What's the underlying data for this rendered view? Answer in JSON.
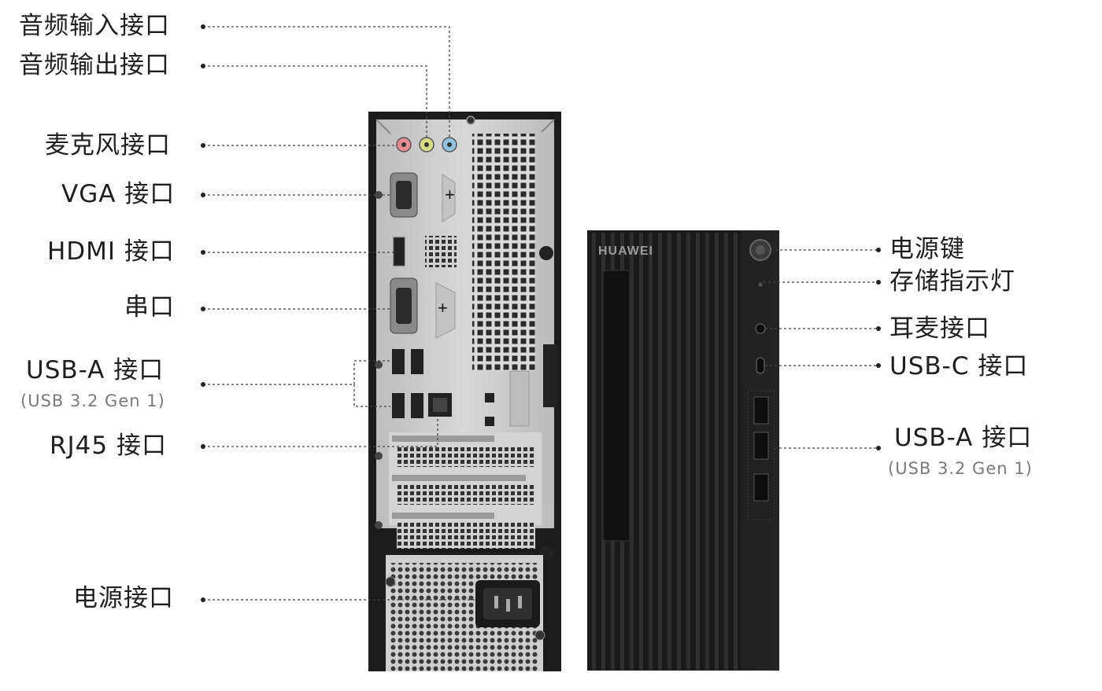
{
  "rear_labels": [
    {
      "id": "audio-in",
      "text": "音频输入接口"
    },
    {
      "id": "audio-out",
      "text": "音频输出接口"
    },
    {
      "id": "mic",
      "text": "麦克风接口"
    },
    {
      "id": "vga",
      "text": "VGA 接口"
    },
    {
      "id": "hdmi",
      "text": "HDMI 接口"
    },
    {
      "id": "serial",
      "text": "串口"
    },
    {
      "id": "usb-a-rear",
      "text": "USB-A 接口",
      "sub": "(USB 3.2 Gen 1)"
    },
    {
      "id": "rj45",
      "text": "RJ45 接口"
    },
    {
      "id": "power-port",
      "text": "电源接口"
    }
  ],
  "front_labels": [
    {
      "id": "power-key",
      "text": "电源键"
    },
    {
      "id": "storage-led",
      "text": "存储指示灯"
    },
    {
      "id": "headset",
      "text": "耳麦接口"
    },
    {
      "id": "usb-c",
      "text": "USB-C 接口"
    },
    {
      "id": "usb-a-front",
      "text": "USB-A 接口",
      "sub": "(USB 3.2 Gen 1)"
    }
  ],
  "brand": "HUAWEI",
  "colors": {
    "chassis": "#1b1b1b",
    "panel": "#cfcfcf",
    "leader": "#444444",
    "audio_pink": "#e98b93",
    "audio_green": "#d7db84",
    "audio_blue": "#8fc3e0"
  }
}
